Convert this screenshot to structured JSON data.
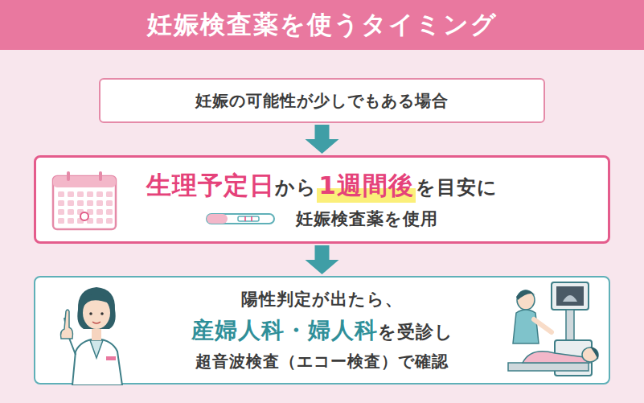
{
  "diagram": {
    "title": "妊娠検査薬を使うタイミング",
    "nodes": [
      {
        "text": [
          "妊娠の可能性が少しでもある場合"
        ]
      },
      {
        "text": [
          "生理予定日",
          "から",
          "1週間後",
          "を目安に",
          "妊娠検査薬を使用"
        ]
      },
      {
        "text": [
          "陽性判定が出たら、",
          "産婦人科・婦人科",
          "を受診し",
          "超音波検査（エコー検査）で確認"
        ]
      }
    ],
    "edges": [
      {
        "from": 0,
        "to": 1,
        "arrow": "to"
      },
      {
        "from": 1,
        "to": 2,
        "arrow": "to"
      }
    ]
  }
}
